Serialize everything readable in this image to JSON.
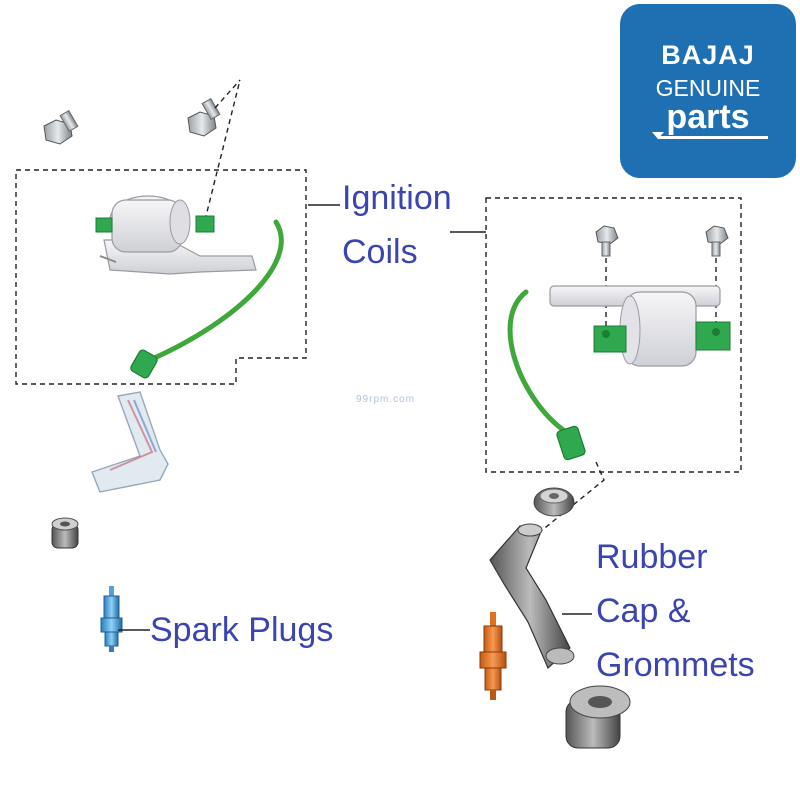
{
  "labels": {
    "ignition_coils_line1": "Ignition",
    "ignition_coils_line2": "Coils",
    "spark_plugs": "Spark Plugs",
    "rubber_line1": "Rubber",
    "rubber_line2": "Cap &",
    "rubber_line3": "Grommets"
  },
  "logo": {
    "brand": "BAJAJ",
    "line2": "GENUINE",
    "line3": "parts"
  },
  "watermark": "99rpm.com",
  "colors": {
    "label_text": "#3a45b0",
    "logo_bg": "#1f6fb3",
    "hv_lead": "#3ea83a",
    "coil_body": "#e6e6ea",
    "terminal": "#2fa84f",
    "spark_plug_blue": "#3a9ad8",
    "spark_plug_orange": "#e87a2a"
  }
}
